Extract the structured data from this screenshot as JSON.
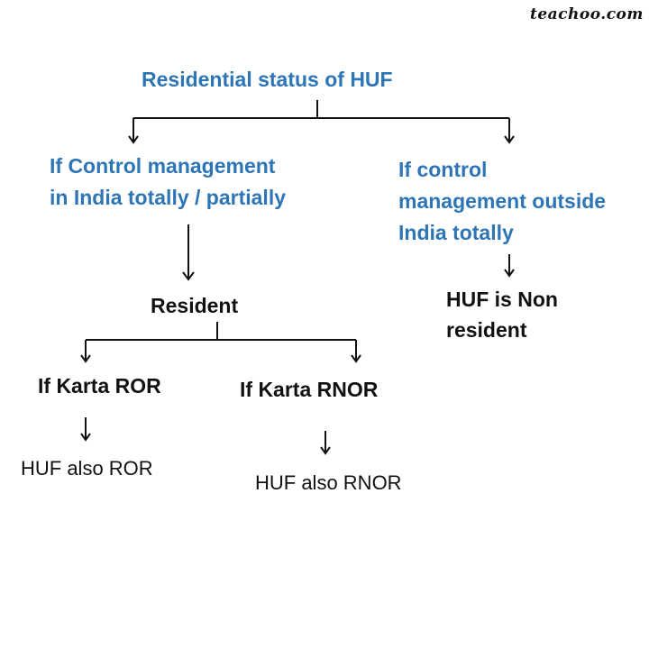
{
  "logo": "teachoo.com",
  "diagram": {
    "root": "Residential status of HUF",
    "left_condition": "If Control management\nin India totally / partially",
    "right_condition": "If control\nmanagement outside\nIndia totally",
    "resident": "Resident",
    "non_resident": "HUF is Non\nresident",
    "karta_ror": "If Karta ROR",
    "karta_rnor": "If Karta RNOR",
    "huf_ror": "HUF also ROR",
    "huf_rnor": "HUF also RNOR"
  }
}
